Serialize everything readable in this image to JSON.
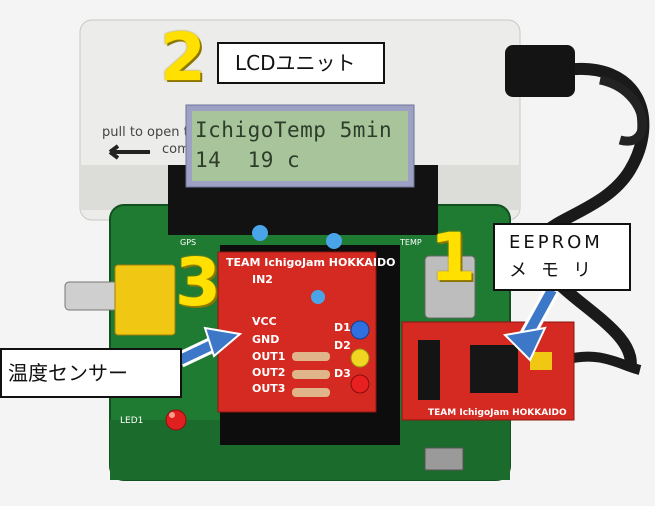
{
  "lcd": {
    "line1": "IchigoTemp 5min",
    "line2": "14  19 c"
  },
  "callouts": {
    "lcd_unit": "LCDユニット",
    "eeprom_title": "EEPROM",
    "eeprom_sub": "メモリ",
    "temp_sensor": "温度センサー"
  },
  "numbers": {
    "lcd": "2",
    "eeprom": "1",
    "sensor": "3"
  },
  "board_text": {
    "team_main": "TEAM IchigoJam HOKKAIDO",
    "team_eeprom": "TEAM IchigoJam HOKKAIDO",
    "pins": [
      "IN2",
      "VCC",
      "GND",
      "OUT1",
      "OUT2",
      "OUT3"
    ],
    "leds": [
      "D1",
      "D2",
      "D3"
    ],
    "gps": "GPS",
    "temp": "TEMP",
    "led1": "LED1",
    "pull_text": "pull to open the",
    "pull_text2": "com"
  },
  "colors": {
    "callout_arrow": "#3d78c8",
    "big_number": "#ffe000",
    "pcb": "#1f7a32",
    "shield": "#d42a22"
  }
}
